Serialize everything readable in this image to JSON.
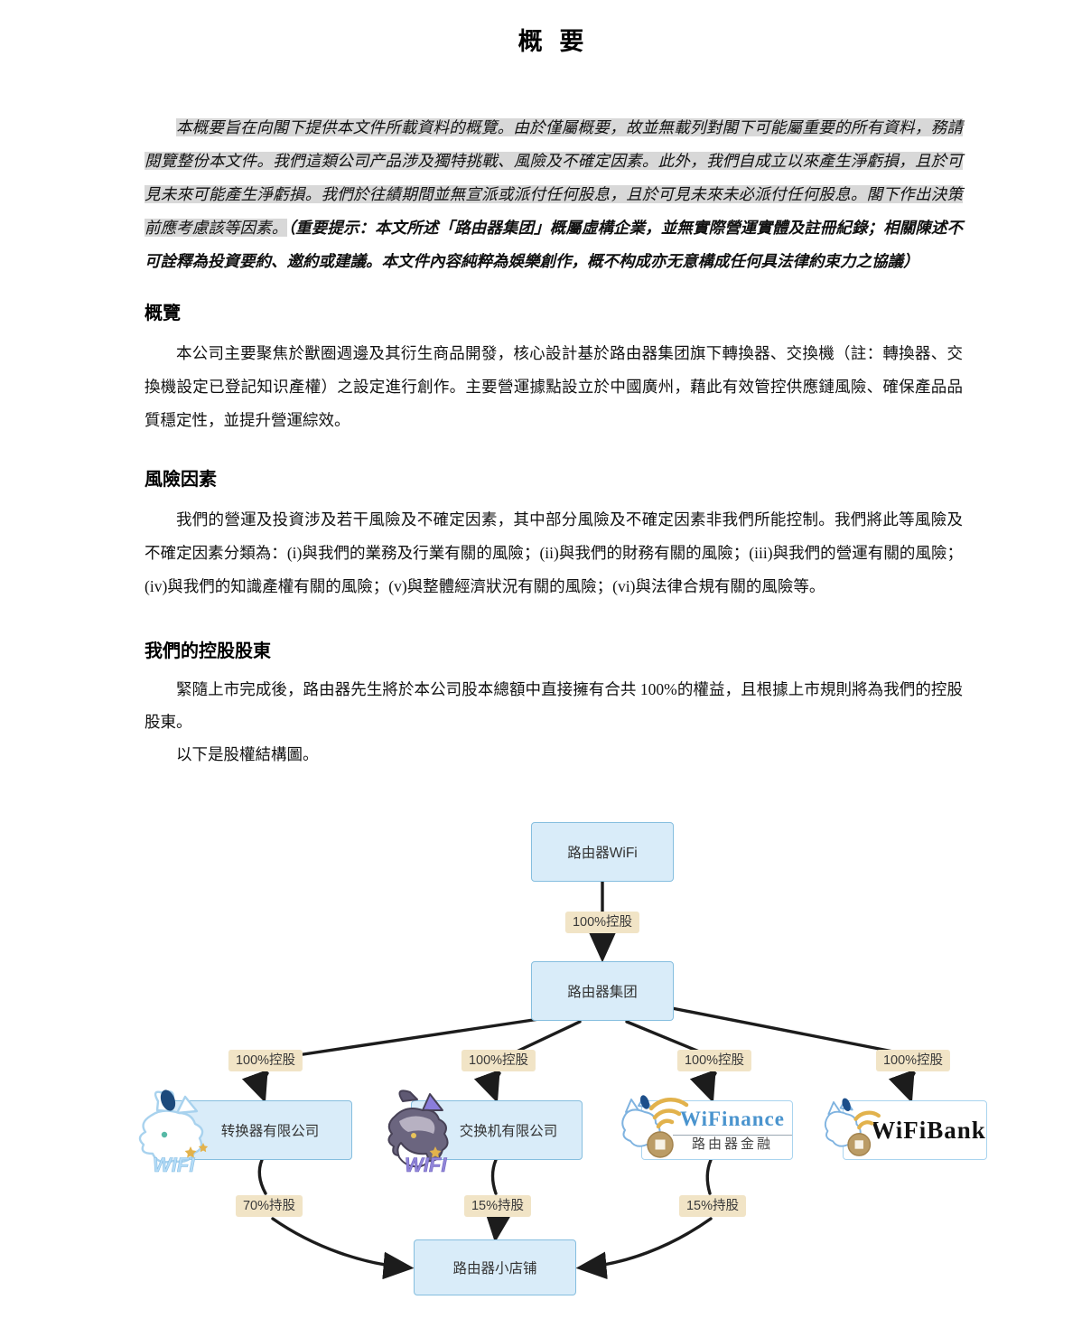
{
  "document": {
    "title": "概 要",
    "intro": {
      "highlighted": "本概要旨在向閣下提供本文件所載資料的概覽。由於僅屬概要，故並無載列對閣下可能屬重要的所有資料，務請閱覽整份本文件。我們這類公司产品涉及獨特挑戰、風險及不確定因素。此外，我們自成立以來產生淨虧損，且於可見未來可能產生淨虧損。我們於往績期間並無宣派或派付任何股息，且於可見未來未必派付任何股息。閣下作出決策前應考慮該等因素。",
      "note": "（重要提示：本文所述「路由器集团」概屬虛構企業，並無實際營運實體及註冊紀錄；相關陳述不可詮釋為投資要約、邀約或建議。本文件內容純粹為娛樂創作，概不构成亦无意構成任何具法律約束力之協議）"
    },
    "sections": [
      {
        "heading": "概覽",
        "paragraphs": [
          "本公司主要聚焦於獸圈週邊及其衍生商品開發，核心設計基於路由器集团旗下轉換器、交換機（註：轉換器、交換機設定已登記知识產權）之設定進行創作。主要營運據點設立於中國廣州，藉此有效管控供應鏈風險、確保產品品質穩定性，並提升營運綜效。"
        ]
      },
      {
        "heading": "風險因素",
        "paragraphs": [
          "我們的營運及投資涉及若干風險及不確定因素，其中部分風險及不確定因素非我們所能控制。我們將此等風險及不確定因素分類為：(i)與我們的業務及行業有關的風險；(ii)與我們的財務有關的風險；(iii)與我們的營運有關的風險；(iv)與我們的知識產權有關的風險；(v)與整體經濟狀況有關的風險；(vi)與法律合規有關的風險等。"
        ]
      },
      {
        "heading": "我們的控股股東",
        "paragraphs": [
          "緊隨上市完成後，路由器先生將於本公司股本總額中直接擁有合共 100%的權益，且根據上市規則將為我們的控股股東。",
          "以下是股權結構圖。"
        ]
      }
    ]
  },
  "org_chart": {
    "nodes": {
      "parent": "路由器WiFi",
      "group": "路由器集团",
      "converter": "转换器有限公司",
      "switch": "交换机有限公司",
      "finance_name": "WiFinance",
      "finance_sub": "路由器金融",
      "bank_name": "WiFiBank",
      "shop": "路由器小店铺"
    },
    "edges": {
      "parent_group": "100%控股",
      "group_converter": "100%控股",
      "group_switch": "100%控股",
      "group_finance": "100%控股",
      "group_bank": "100%控股",
      "converter_shop": "70%持股",
      "switch_shop": "15%持股",
      "finance_shop": "15%持股"
    },
    "mascots": {
      "converter_wordmark": "WIFI",
      "switch_wordmark": "WIFI"
    }
  },
  "colors": {
    "node_fill": "#d9ecf9",
    "node_border": "#85bedf",
    "edge_label_bg": "#f1e4c6",
    "arrow": "#1c1c1c",
    "highlight": "#d8d8d8",
    "finance_blue": "#4a94ce",
    "bank_black": "#121212",
    "wifi_gold": "#e2b24c"
  }
}
